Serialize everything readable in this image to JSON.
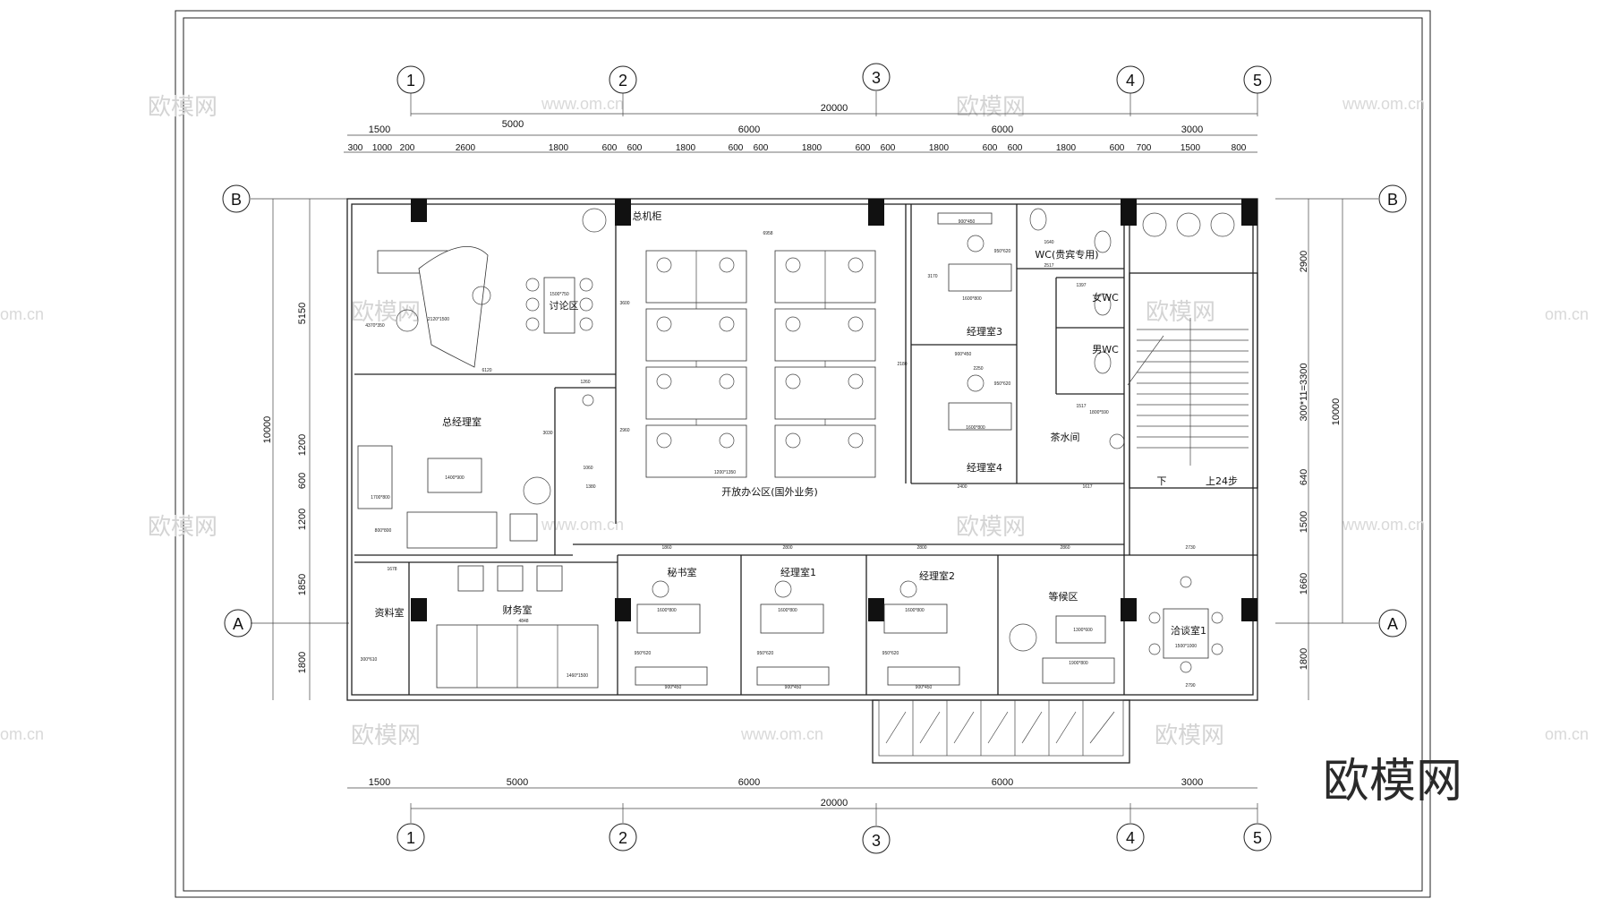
{
  "axes": {
    "columns": [
      "1",
      "2",
      "3",
      "4",
      "5"
    ],
    "rows": [
      "A",
      "B"
    ]
  },
  "top_dims": {
    "overall": "20000",
    "level1": [
      "1500",
      "5000",
      "6000",
      "6000",
      "3000"
    ],
    "level2": [
      "300",
      "1000",
      "200",
      "2600",
      "1800",
      "600",
      "600",
      "1800",
      "600",
      "600",
      "1800",
      "600",
      "600",
      "1800",
      "600",
      "600",
      "1800",
      "600",
      "700",
      "1500",
      "800"
    ]
  },
  "bottom_dims": {
    "overall": "20000",
    "level1": [
      "1500",
      "5000",
      "6000",
      "6000",
      "3000"
    ]
  },
  "left_dims": {
    "overall": "10000",
    "segments": [
      "5150",
      "1200",
      "600",
      "1200",
      "1850",
      "1800"
    ]
  },
  "right_dims": {
    "overall": "10000",
    "segments": [
      "2900",
      "300*11=3300",
      "640",
      "1500",
      "1660",
      "1800"
    ]
  },
  "rooms": {
    "gm_office": "总经理室",
    "discussion": "讨论区",
    "open_office": "开放办公区(国外业务)",
    "main_cabinet": "总机柜",
    "manager3": "经理室3",
    "manager4": "经理室4",
    "vip_wc": "WC(贵宾专用)",
    "female_wc": "女WC",
    "male_wc": "男WC",
    "tea_room": "茶水间",
    "stair_down": "下",
    "stair_up": "上24步",
    "archive": "资料室",
    "finance": "财务室",
    "secretary": "秘书室",
    "manager1": "经理室1",
    "manager2": "经理室2",
    "waiting": "等候区",
    "meeting1": "洽谈室1"
  },
  "small_labels": {
    "d6958": "6958",
    "d6120": "6120",
    "desk_gm": "2120*1500",
    "cab_gm": "4370*350",
    "table_disc": "1500*750",
    "table_gm": "1400*900",
    "sofa_gm": "1700*800",
    "tea_gm": "800*800",
    "d1260": "1260",
    "d3600": "3600",
    "d2960": "2960",
    "d3030": "3030",
    "d1060": "1060",
    "d1380": "1380",
    "d1350": "1350",
    "desk_open": "1200*1350",
    "d1860": "1860",
    "d2800": "2800",
    "d3000": "3000",
    "d2400": "2400",
    "d1617": "1617",
    "d2860": "2860",
    "d2730": "2730",
    "d2790": "2790",
    "d4848": "4848",
    "d1678": "1678",
    "finance_desk": "1460*1500",
    "archive_cab": "300*610",
    "sec_desk": "1600*800",
    "mgr_desk": "1600*800",
    "mgr_cab": "900*450",
    "mgr_tea": "950*620",
    "wait_table": "1300*600",
    "wait_sofa": "1900*800",
    "meeting_table": "1500*1000",
    "tea_sink": "1800*590",
    "d3170": "3170",
    "d2180": "2180",
    "d2250": "2250",
    "d2517": "2517",
    "d1397": "1397",
    "d1517": "1517",
    "d1640": "1640"
  },
  "watermarks": {
    "cn": "欧模网",
    "url": "www.om.cn",
    "url_short": "om.cn"
  },
  "brand": "欧模网"
}
